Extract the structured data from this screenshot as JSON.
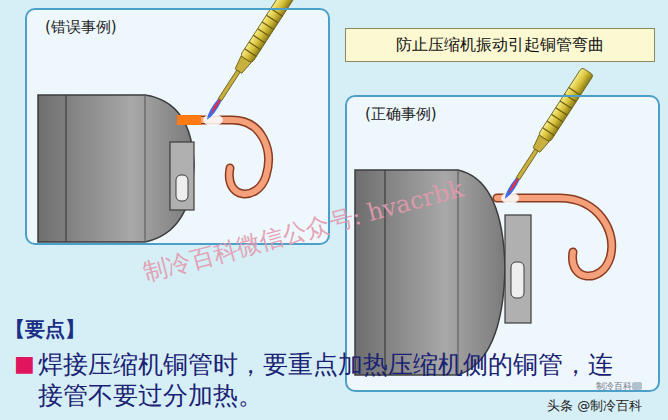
{
  "diagram": {
    "title": "防止压缩机振动引起铜管弯曲",
    "nodes": [
      {
        "text": [
          "(错误事例)"
        ]
      },
      {
        "text": [
          "(正确事例)"
        ]
      }
    ],
    "labels": [
      "【要点】",
      "■",
      "焊接压缩机铜管时，要重点加热压缩机侧的铜管，连接管不要过分加热。",
      "制冷百科微信公众号: hvacrbk",
      "头条 @制冷百科",
      "制冷百科"
    ]
  }
}
